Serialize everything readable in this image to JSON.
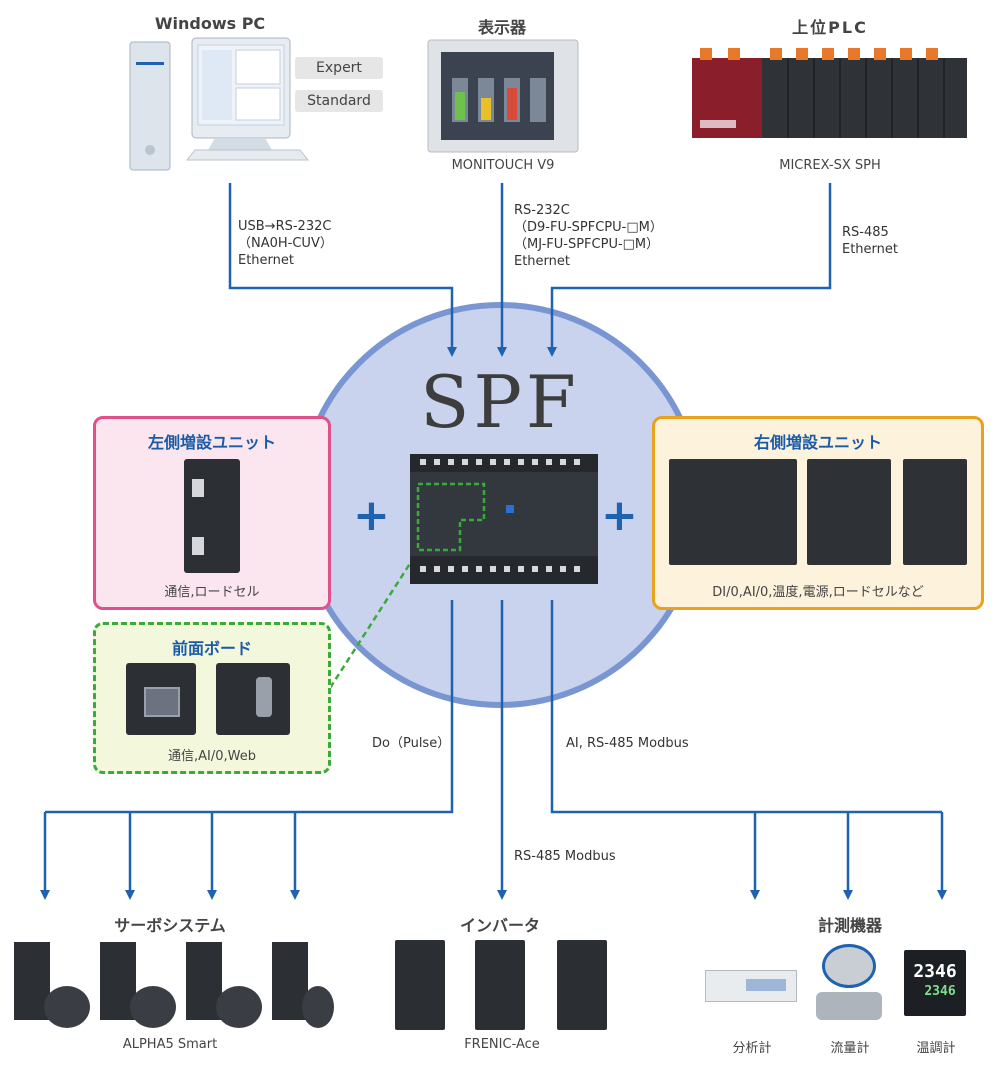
{
  "top": {
    "pc": {
      "title": "Windows PC",
      "tags": [
        "Expert",
        "Standard"
      ],
      "conn": [
        "USB→RS-232C",
        "（NA0H-CUV）",
        "Ethernet"
      ]
    },
    "hmi": {
      "title": "表示器",
      "caption": "MONITOUCH V9",
      "conn": [
        "RS-232C",
        "（D9-FU-SPFCPU-□M）",
        "（MJ-FU-SPFCPU-□M）",
        "Ethernet"
      ]
    },
    "plc": {
      "title": "上位PLC",
      "caption": "MICREX-SX SPH",
      "conn": [
        "RS-485",
        "Ethernet"
      ]
    }
  },
  "center": {
    "title": "SPF"
  },
  "left_box": {
    "title": "左側増設ユニット",
    "caption": "通信,ロードセル"
  },
  "front_box": {
    "title": "前面ボード",
    "caption": "通信,AI/0,Web"
  },
  "right_box": {
    "title": "右側増設ユニット",
    "caption": "DI/0,AI/0,温度,電源,ロードセルなど"
  },
  "plus": "+",
  "bottom": {
    "left_conn": "Do（Pulse）",
    "mid_conn": "RS-485 Modbus",
    "right_conn": "AI, RS-485 Modbus",
    "servo": {
      "title": "サーボシステム",
      "caption": "ALPHA5 Smart"
    },
    "inverter": {
      "title": "インバータ",
      "caption": "FRENIC-Ace"
    },
    "meters": {
      "title": "計測機器",
      "items": [
        "分析計",
        "流量計",
        "温調計"
      ],
      "display_top": "2346",
      "display_bottom": "2346"
    }
  },
  "colors": {
    "line": "#1f63b0",
    "circle": "#c9d3ee",
    "circle_border": "#7a96d2",
    "pink": "#e0508a",
    "green": "#3aab3a",
    "orange": "#e8a21e"
  }
}
